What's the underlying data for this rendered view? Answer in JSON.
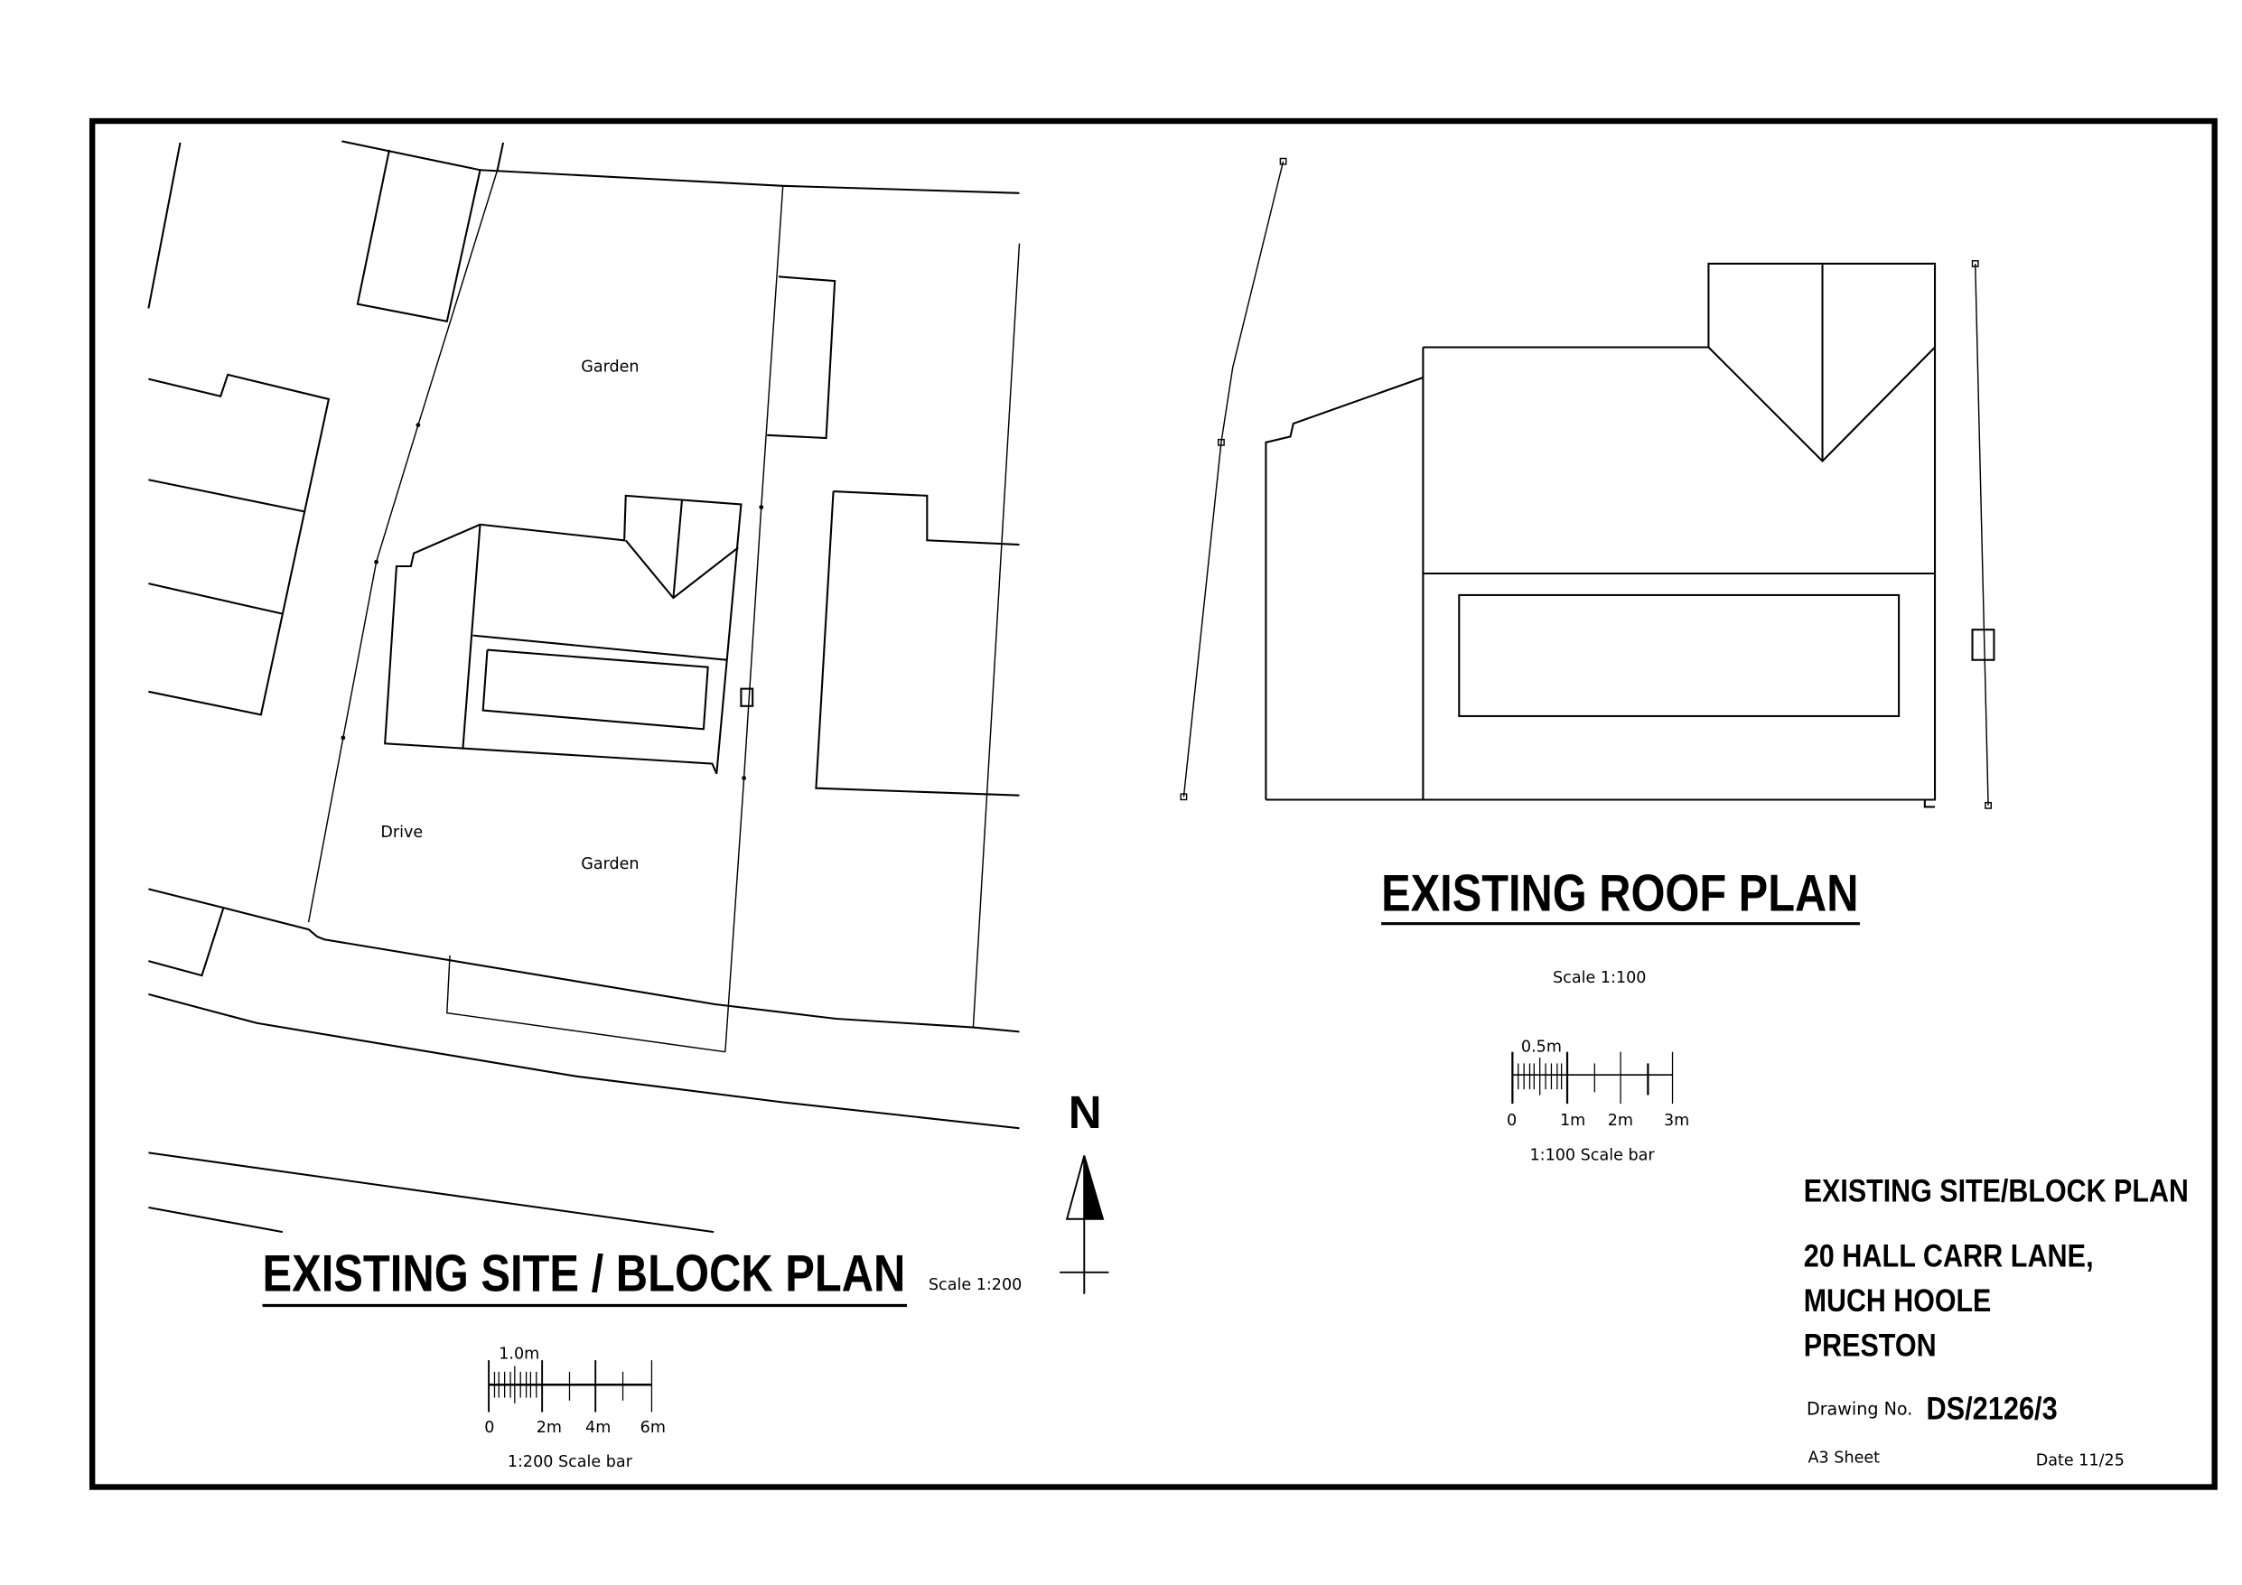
{
  "sheet": {
    "border_color": "#000000",
    "background": "#ffffff"
  },
  "site_plan": {
    "title": "EXISTING SITE / BLOCK PLAN",
    "scale_label": "Scale 1:200",
    "labels": {
      "garden_rear": "Garden",
      "garden_front": "Garden",
      "drive": "Drive"
    },
    "scale_bar": {
      "sub_label": "1.0m",
      "ticks": [
        "0",
        "2m",
        "4m",
        "6m"
      ],
      "caption": "1:200 Scale bar"
    }
  },
  "north_arrow": {
    "label": "N"
  },
  "roof_plan": {
    "title": "EXISTING ROOF PLAN",
    "scale_label": "Scale 1:100",
    "scale_bar": {
      "sub_label": "0.5m",
      "ticks": [
        "0",
        "1m",
        "2m",
        "3m"
      ],
      "caption": "1:100 Scale bar"
    }
  },
  "title_block": {
    "drawing_title": "EXISTING SITE/BLOCK PLAN",
    "address_line1": "20 HALL CARR LANE,",
    "address_line2": "MUCH HOOLE",
    "address_line3": "PRESTON",
    "drawing_no_label": "Drawing No.",
    "drawing_no": "DS/2126/3",
    "sheet_size": "A3 Sheet",
    "date": "Date 11/25"
  }
}
